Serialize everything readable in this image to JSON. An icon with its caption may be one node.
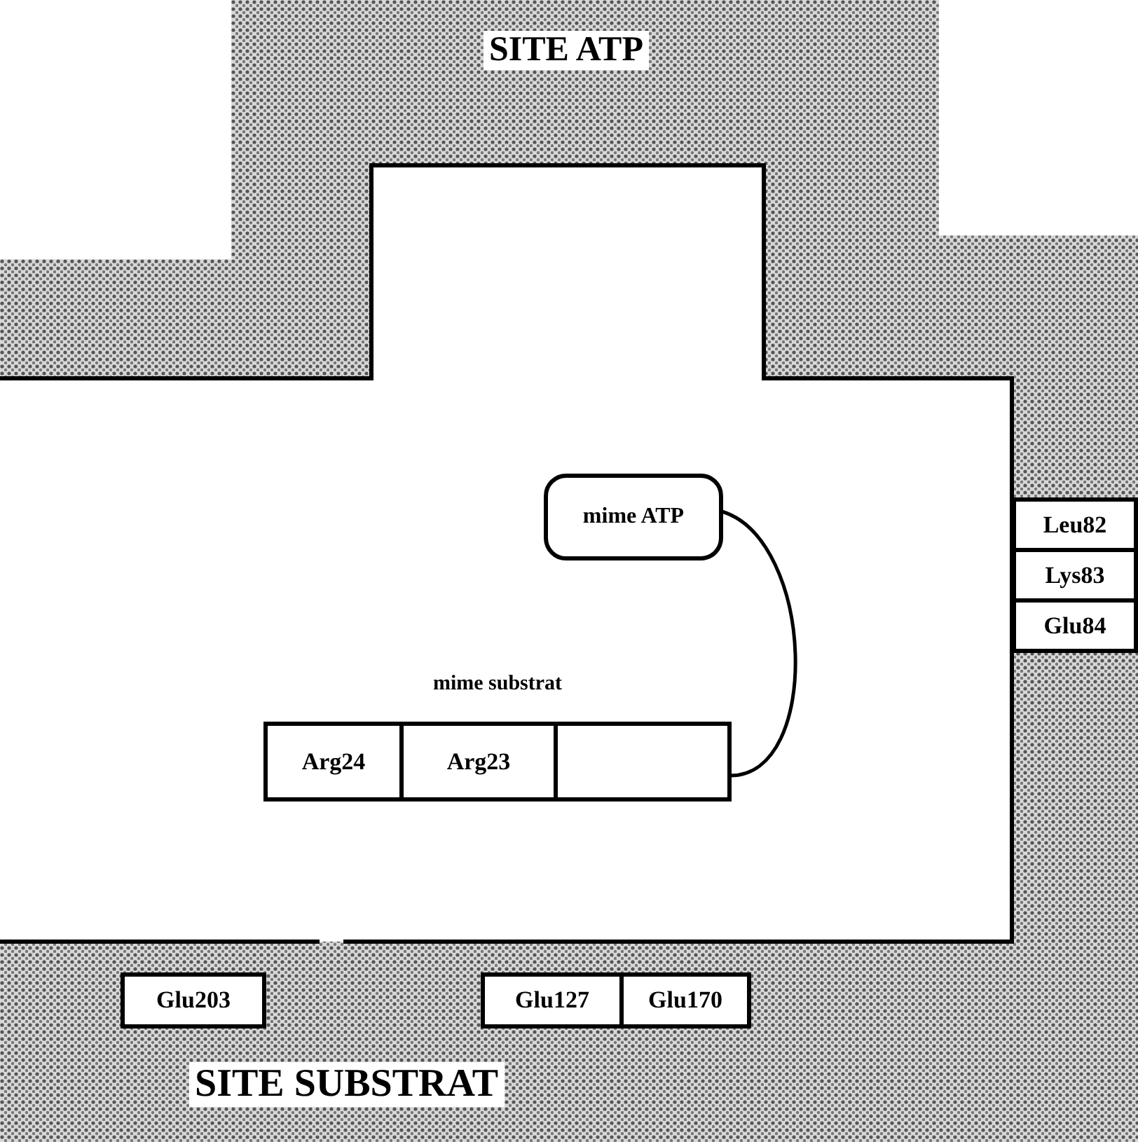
{
  "diagram": {
    "nodes": [
      {
        "text": [
          "SITE ATP",
          "SITE SUBSTRAT"
        ]
      },
      {
        "text": [
          "mime ATP"
        ]
      },
      {
        "text": [
          "mime substrat"
        ]
      },
      {
        "text": [
          "Arg24"
        ],
        "in": 2
      },
      {
        "text": [
          "Arg23"
        ],
        "in": 2
      },
      {
        "text": [],
        "shape": "box",
        "in": 2
      },
      {
        "text": [
          "Leu82"
        ],
        "in": 0
      },
      {
        "text": [
          "Lys83"
        ],
        "in": 0
      },
      {
        "text": [
          "Glu84"
        ],
        "in": 0
      },
      {
        "text": [
          "Glu203"
        ],
        "in": 0
      },
      {
        "text": [
          "Glu127"
        ],
        "in": 0
      },
      {
        "text": [
          "Glu170"
        ],
        "in": 0
      }
    ],
    "edges": [
      {
        "from": 1,
        "to": 5,
        "arrow": "none"
      }
    ]
  }
}
